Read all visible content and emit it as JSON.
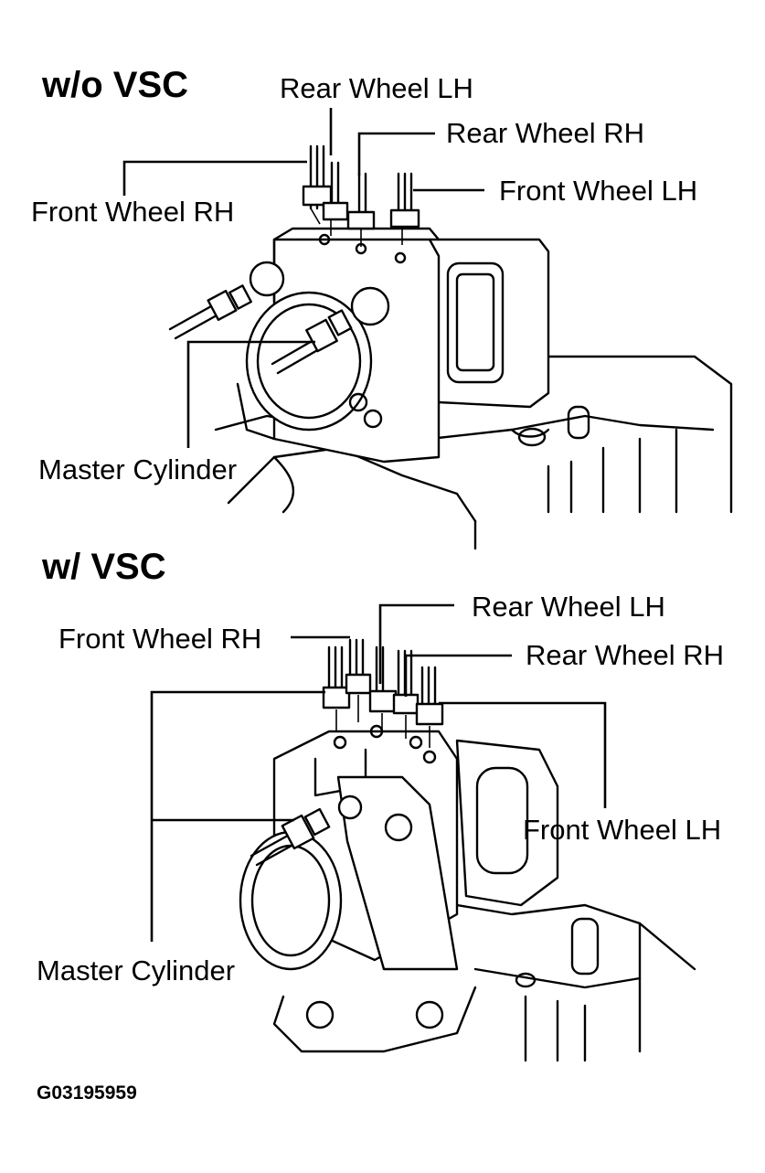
{
  "top": {
    "heading": "w/o VSC",
    "labels": {
      "rear_lh": "Rear Wheel LH",
      "rear_rh": "Rear Wheel RH",
      "front_lh": "Front Wheel LH",
      "front_rh": "Front Wheel RH",
      "master": "Master Cylinder"
    }
  },
  "bottom": {
    "heading": "w/ VSC",
    "labels": {
      "rear_lh": "Rear Wheel LH",
      "front_rh": "Front Wheel RH",
      "rear_rh": "Rear Wheel RH",
      "front_lh": "Front Wheel LH",
      "master": "Master Cylinder"
    }
  },
  "figure_code": "G03195959"
}
